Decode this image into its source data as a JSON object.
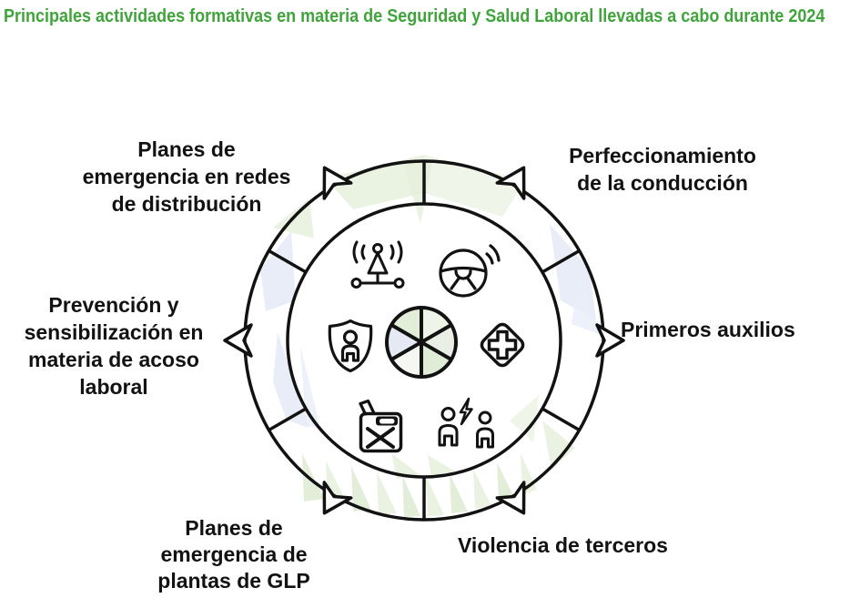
{
  "title": {
    "text": "Principales actividades formativas en materia de Seguridad y Salud Laboral llevadas a cabo durante 2024"
  },
  "diagram": {
    "type": "circular-cycle-infographic",
    "segment_count": 6,
    "center_icon": "segmented-wheel-icon",
    "segments": [
      {
        "position": "top-left",
        "icon": "radio-antenna-network-icon",
        "label_lines": [
          "Planes de",
          "emergencia en redes",
          "de distribución"
        ]
      },
      {
        "position": "top-right",
        "icon": "steering-wheel-icon",
        "label_lines": [
          "Perfeccionamiento",
          "de la conducción"
        ]
      },
      {
        "position": "right",
        "icon": "first-aid-cross-diamond-icon",
        "label_lines": [
          "Primeros auxilios"
        ]
      },
      {
        "position": "bottom-right",
        "icon": "people-conflict-lightning-icon",
        "label_lines": [
          "Violencia de terceros"
        ]
      },
      {
        "position": "bottom-left",
        "icon": "fuel-canister-icon",
        "label_lines": [
          "Planes de",
          "emergencia de",
          "plantas de GLP"
        ]
      },
      {
        "position": "left",
        "icon": "shield-person-icon",
        "label_lines": [
          "Prevención y",
          "sensibilización en",
          "materia de acoso",
          "laboral"
        ]
      }
    ],
    "colors": {
      "title_green": "#3fa43a",
      "text_black": "#121212",
      "line_black": "#121212",
      "watermark_green": "#e5efdb",
      "watermark_blue": "#e2e8f5",
      "background": "#ffffff"
    }
  }
}
